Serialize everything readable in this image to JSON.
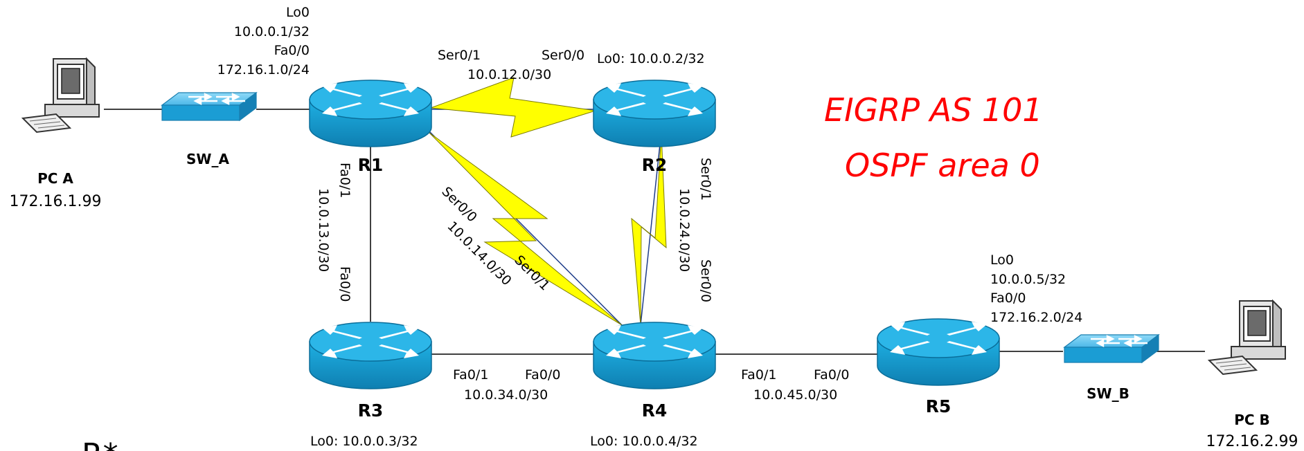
{
  "protocols": {
    "line1": "EIGRP AS 101",
    "line2": "OSPF area 0"
  },
  "routers": {
    "r1": {
      "name": "R1",
      "lo_label": "Lo0",
      "lo_addr": "10.0.0.1/32",
      "fa_label": "Fa0/0",
      "fa_net": "172.16.1.0/24"
    },
    "r2": {
      "name": "R2",
      "lo": "Lo0: 10.0.0.2/32"
    },
    "r3": {
      "name": "R3",
      "lo": "Lo0: 10.0.0.3/32"
    },
    "r4": {
      "name": "R4",
      "lo": "Lo0: 10.0.0.4/32"
    },
    "r5": {
      "name": "R5",
      "lo_label": "Lo0",
      "lo_addr": "10.0.0.5/32",
      "fa_label": "Fa0/0",
      "fa_net": "172.16.2.0/24"
    }
  },
  "switches": {
    "a": {
      "name": "SW_A"
    },
    "b": {
      "name": "SW_B"
    }
  },
  "pcs": {
    "a": {
      "name": "PC A",
      "ip": "172.16.1.99"
    },
    "b": {
      "name": "PC B",
      "ip": "172.16.2.99"
    }
  },
  "links": {
    "r1_r2": {
      "left_if": "Ser0/1",
      "right_if": "Ser0/0",
      "net": "10.0.12.0/30"
    },
    "r1_r3": {
      "top_if": "Fa0/1",
      "net": "10.0.13.0/30",
      "bottom_if": "Fa0/0"
    },
    "r1_r4": {
      "top_if": "Ser0/0",
      "net": "10.0.14.0/30",
      "bottom_if": "Ser0/1"
    },
    "r2_r4": {
      "top_if": "Ser0/1",
      "net": "10.0.24.0/30",
      "bottom_if": "Ser0/0"
    },
    "r3_r4": {
      "left_if": "Fa0/1",
      "right_if": "Fa0/0",
      "net": "10.0.34.0/30"
    },
    "r4_r5": {
      "left_if": "Fa0/1",
      "right_if": "Fa0/0",
      "net": "10.0.45.0/30"
    }
  },
  "cut_off_text": "R*",
  "colors": {
    "router_body": "#1ba1d3",
    "router_dark": "#0f7fb0",
    "serial_bolt": "#ffff00",
    "protocol_text": "#ff0000"
  }
}
